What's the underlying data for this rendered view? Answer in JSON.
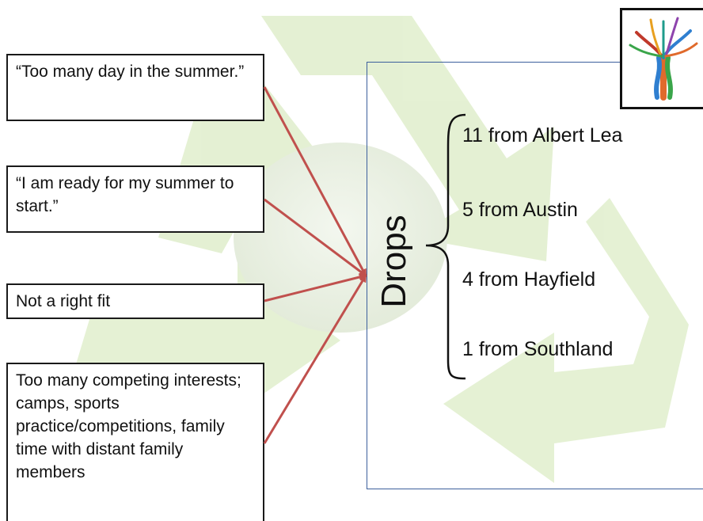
{
  "reasons": [
    {
      "text": "“Too many day in the summer.”"
    },
    {
      "text": "“I am ready for my summer to start.”"
    },
    {
      "text": "Not a right fit"
    },
    {
      "text": "Too many competing interests; camps, sports practice/competitions, family time with distant family members"
    }
  ],
  "center_label": "Drops",
  "towns": [
    {
      "label": "11 from Albert Lea"
    },
    {
      "label": "5 from Austin"
    },
    {
      "label": "4 from Hayfield"
    },
    {
      "label": "1 from Southland"
    }
  ],
  "colors": {
    "arrow": "#c0504d",
    "panel_border": "#3c5f9c",
    "recycle_green": "#cfe2b0"
  },
  "logo_icon": "tree-logo-icon"
}
